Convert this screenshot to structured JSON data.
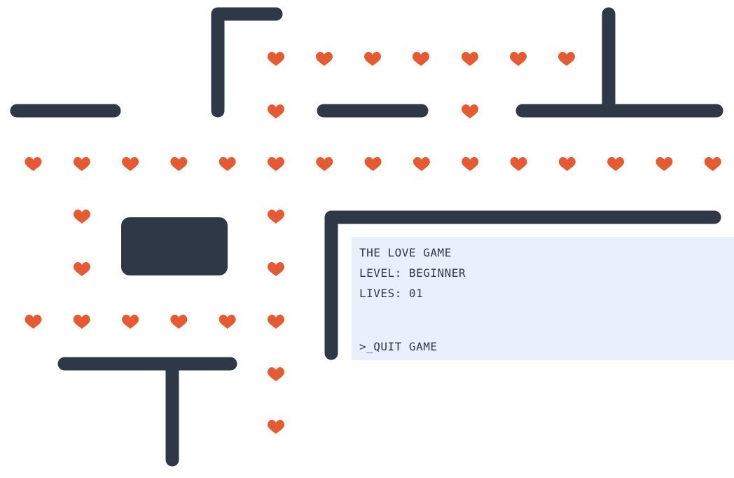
{
  "hud": {
    "title": "THE LOVE GAME",
    "level": "LEVEL: BEGINNER",
    "lives": "LIVES: 01",
    "quit_label": ">_QUIT GAME"
  },
  "colors": {
    "wall": "#2f3847",
    "heart": "#e35a33",
    "hud_background": "#e9f0fb",
    "text": "#2f3847"
  },
  "icons": {
    "collectible": "heart-icon"
  }
}
